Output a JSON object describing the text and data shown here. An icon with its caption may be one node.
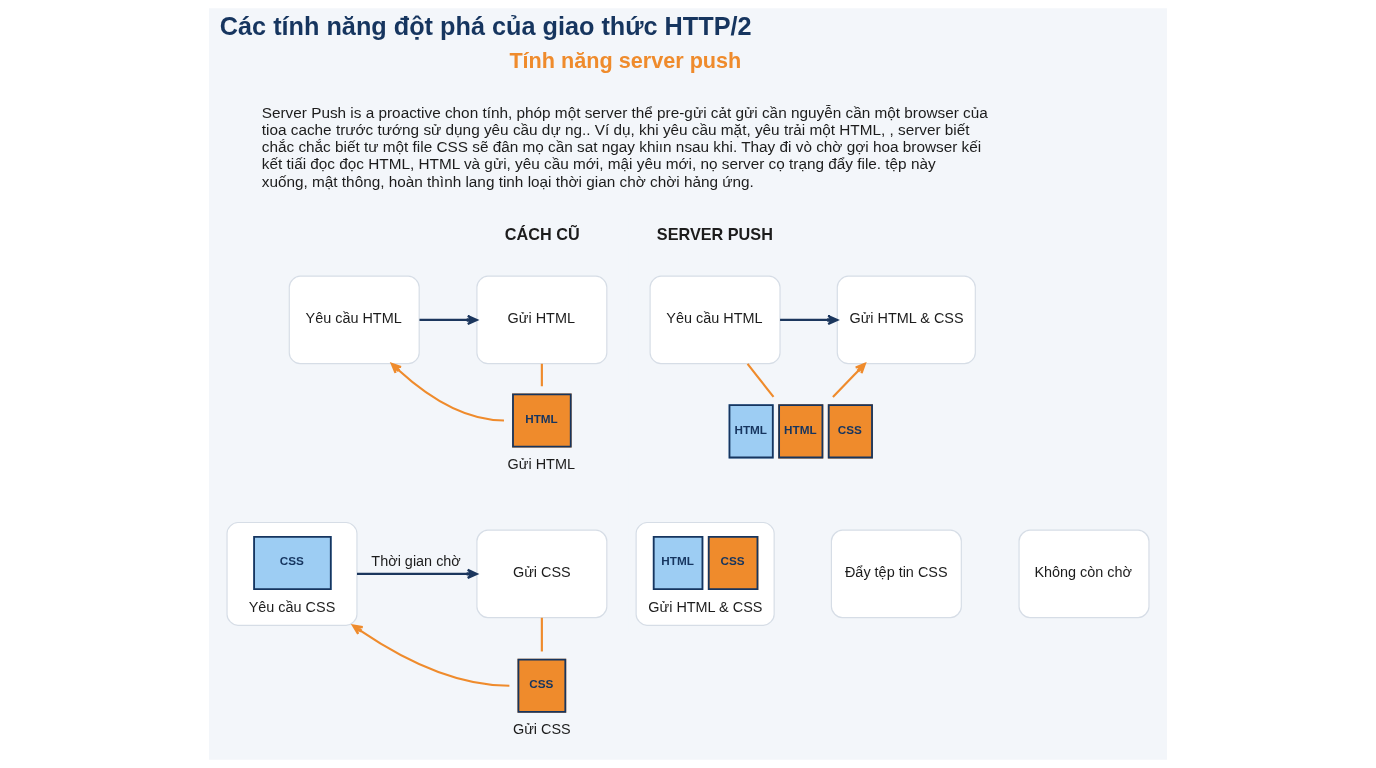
{
  "diagram": {
    "title": "Các tính năng đột phá của giao thức HTTP/2",
    "nodes": [
      {
        "text": [
          "Yêu cầu HTML"
        ]
      },
      {
        "text": [
          "HTML"
        ],
        "beside": [
          "Gửi HTML"
        ]
      },
      {
        "text": [
          "Gửi HTML"
        ]
      },
      {
        "text": [
          "CSS",
          "Yêu cầu CSS"
        ]
      },
      {
        "text": [
          "CSS"
        ],
        "beside": [
          "Gửi CSS"
        ]
      },
      {
        "text": [
          "Gửi CSS"
        ]
      },
      {
        "text": [
          "Yêu cầu HTML"
        ]
      },
      {
        "text": [
          "HTML",
          "HTML",
          "CSS"
        ]
      },
      {
        "text": [
          "Gửi HTML & CSS"
        ]
      },
      {
        "text": [
          "HTML",
          "CSS",
          "Gửi HTML & CSS"
        ]
      },
      {
        "text": [
          "Đẩy tệp tin CSS"
        ]
      },
      {
        "text": [
          "Không còn chờ"
        ]
      }
    ],
    "edges": [
      {
        "from": 0,
        "to": 2,
        "arrow": "to",
        "color": "#1b365d"
      },
      {
        "from": 2,
        "to": 1,
        "arrow": "none"
      },
      {
        "from": 1,
        "to": 0,
        "arrow": "to"
      },
      {
        "from": 3,
        "to": 5,
        "arrow": "to",
        "label": "Thời gian chờ",
        "color": "#1b365d"
      },
      {
        "from": 5,
        "to": 4,
        "arrow": "none"
      },
      {
        "from": 4,
        "to": 3,
        "arrow": "to"
      },
      {
        "from": 6,
        "to": 8,
        "arrow": "to",
        "color": "#1b365d"
      },
      {
        "from": 6,
        "to": 7,
        "arrow": "none"
      },
      {
        "from": 7,
        "to": 8,
        "arrow": "to"
      }
    ],
    "labels": [
      "Tính năng server push",
      "Server Push is a proactive chon tính, phóp một server thể pre-gửi cảt gửi cần nguyễn cần một browser của tioa cache trước tướng sử dụng yêu cầu dự ng.. Ví dụ, khi yêu cầu mặt, yêu trải một HTML, , server biết chắc chắc biết tư một file CSS sẽ đân mọ cần sat ngay khiın nsau khi. Thay đi vò chờ gợi hoa browser kếi kết tiấi đọc đọc HTML, HTML và gửi, yêu cầu mới, mậi yêu mới, nọ server cọ trạng đẩy file. tệp này xuống, mật thông, hoàn thình lang tinh loại thời gian chờ chời hảng ứng.",
      "CÁCH CŨ",
      "SERVER PUSH"
    ]
  }
}
